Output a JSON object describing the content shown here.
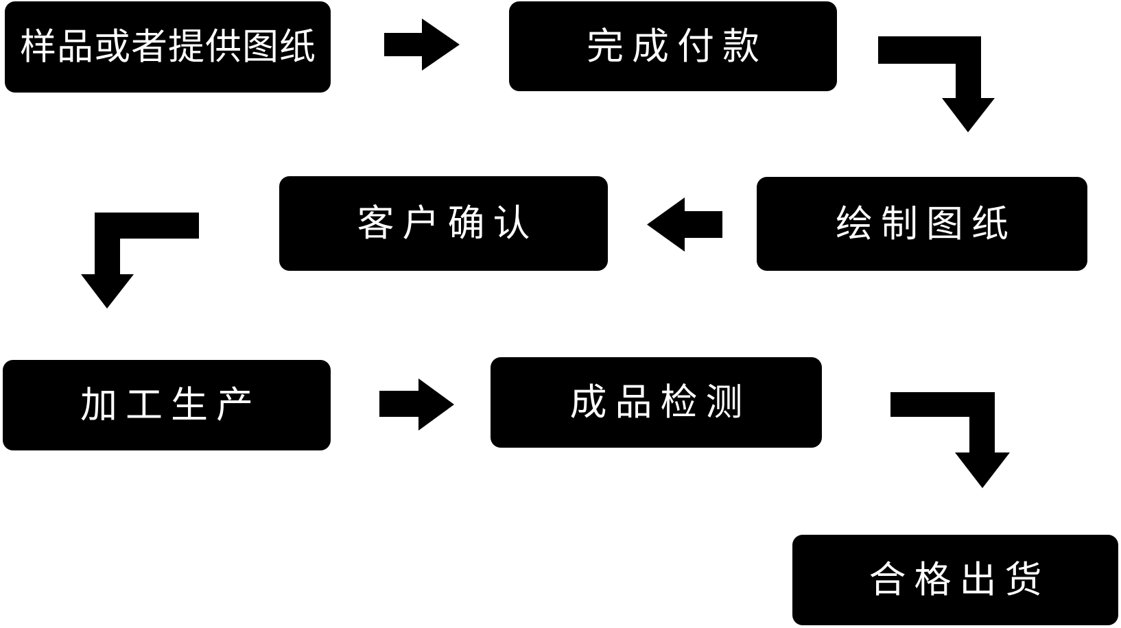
{
  "flowchart": {
    "nodes": [
      {
        "id": "sample-or-drawing",
        "label": "样品或者提供图纸"
      },
      {
        "id": "complete-payment",
        "label": "完成付款"
      },
      {
        "id": "draw-drawings",
        "label": "绘制图纸"
      },
      {
        "id": "customer-confirmation",
        "label": "客户确认"
      },
      {
        "id": "processing-production",
        "label": "加工生产"
      },
      {
        "id": "product-inspection",
        "label": "成品检测"
      },
      {
        "id": "qualified-shipment",
        "label": "合格出货"
      }
    ],
    "edges": [
      {
        "from": "样品或者提供图纸",
        "to": "完成付款",
        "shape": "straight",
        "direction": "right"
      },
      {
        "from": "完成付款",
        "to": "绘制图纸",
        "shape": "elbow",
        "direction": "right-then-down"
      },
      {
        "from": "绘制图纸",
        "to": "客户确认",
        "shape": "straight",
        "direction": "left"
      },
      {
        "from": "客户确认",
        "to": "加工生产",
        "shape": "elbow",
        "direction": "left-then-down"
      },
      {
        "from": "加工生产",
        "to": "成品检测",
        "shape": "straight",
        "direction": "right"
      },
      {
        "from": "成品检测",
        "to": "合格出货",
        "shape": "elbow",
        "direction": "right-then-down"
      }
    ],
    "colors": {
      "canvas_bg": "#ffffff",
      "node_bg": "#000000",
      "node_text": "#ffffff",
      "arrow": "#000000"
    }
  }
}
